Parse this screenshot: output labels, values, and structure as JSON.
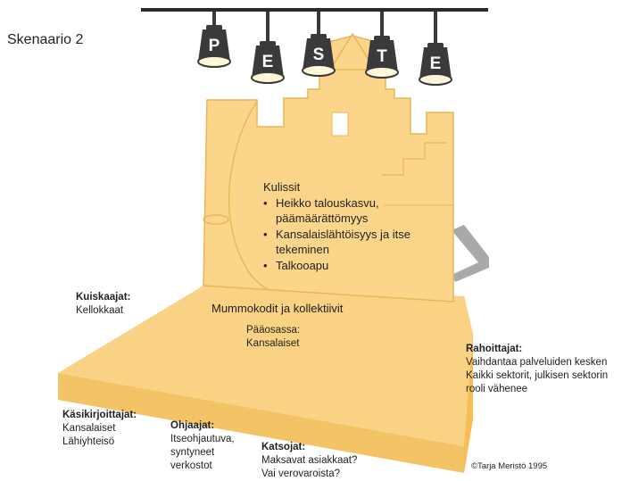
{
  "title": "Skenaario 2",
  "spotlights": {
    "letters": [
      "P",
      "E",
      "S",
      "T",
      "E"
    ],
    "colors": {
      "housing": "#3a3a3c",
      "lamp": "#fff8d8",
      "label": "#ffffff"
    }
  },
  "colors": {
    "castle_fill": "#fbd68a",
    "castle_edge": "#e8b55a",
    "stage_top": "#fad283",
    "stage_side": "#f5bd52",
    "stage_front": "#f3c466",
    "bracket": "#a9a9a9"
  },
  "backdrop": {
    "heading": "Kulissit",
    "items": [
      "Heikko talouskasvu,",
      "päämäärättömyys",
      "Kansalaislähtöisyys ja itse",
      "tekeminen",
      "Talkooapu"
    ]
  },
  "stage": {
    "title": "Mummokodit ja kollektiivit",
    "lead_label": "Pääosassa:",
    "lead_value": "Kansalaiset"
  },
  "roles": {
    "prompters": {
      "label": "Kuiskaajat:",
      "lines": [
        "Kellokkaat"
      ]
    },
    "funders": {
      "label": "Rahoittajat:",
      "lines": [
        "Vaihdantaa palveluiden kesken",
        "Kaikki sektorit, julkisen sektorin",
        "rooli vähenee"
      ]
    },
    "writers": {
      "label": "Käsikirjoittajat:",
      "lines": [
        "Kansalaiset",
        "Lähiyhteisö"
      ]
    },
    "directors": {
      "label": "Ohjaajat:",
      "lines": [
        "Itseohjautuva,",
        "syntyneet",
        "verkostot"
      ]
    },
    "audience": {
      "label": "Katsojat:",
      "lines": [
        "Maksavat asiakkaat?",
        "Vai verovaroista?"
      ]
    }
  },
  "copyright": "©Tarja Meristö 1995"
}
